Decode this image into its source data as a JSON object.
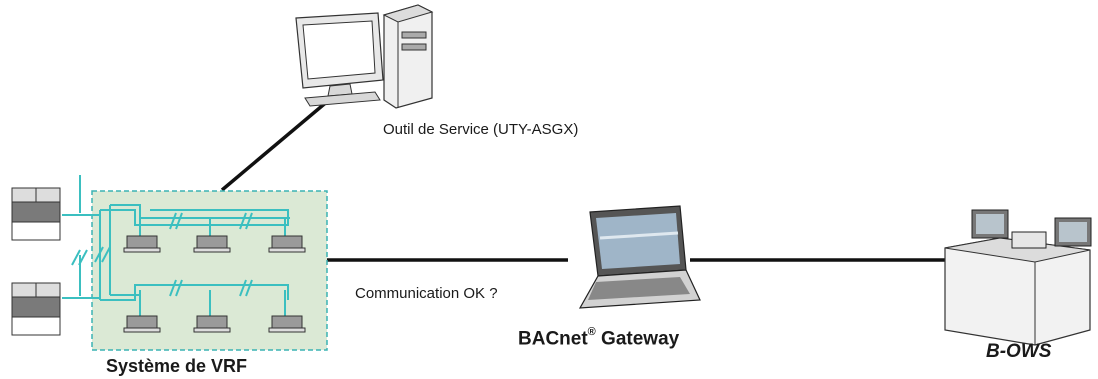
{
  "labels": {
    "service_tool": "Outil de Service (UTY-ASGX)",
    "communication": "Communication OK ?",
    "gateway_name": "BACnet",
    "gateway_reg": "®",
    "gateway_suffix": " Gateway",
    "bows": "B-OWS",
    "vrf_system": "Système de VRF"
  },
  "colors": {
    "vrf_fill": "#dbe9d5",
    "vrf_border": "#3bb3b3",
    "refrigerant_line": "#3bbfc0",
    "network_line": "#111111"
  },
  "icons": [
    "desktop-computer-icon",
    "laptop-icon",
    "workstation-icon",
    "outdoor-unit-icon",
    "indoor-unit-icon"
  ]
}
